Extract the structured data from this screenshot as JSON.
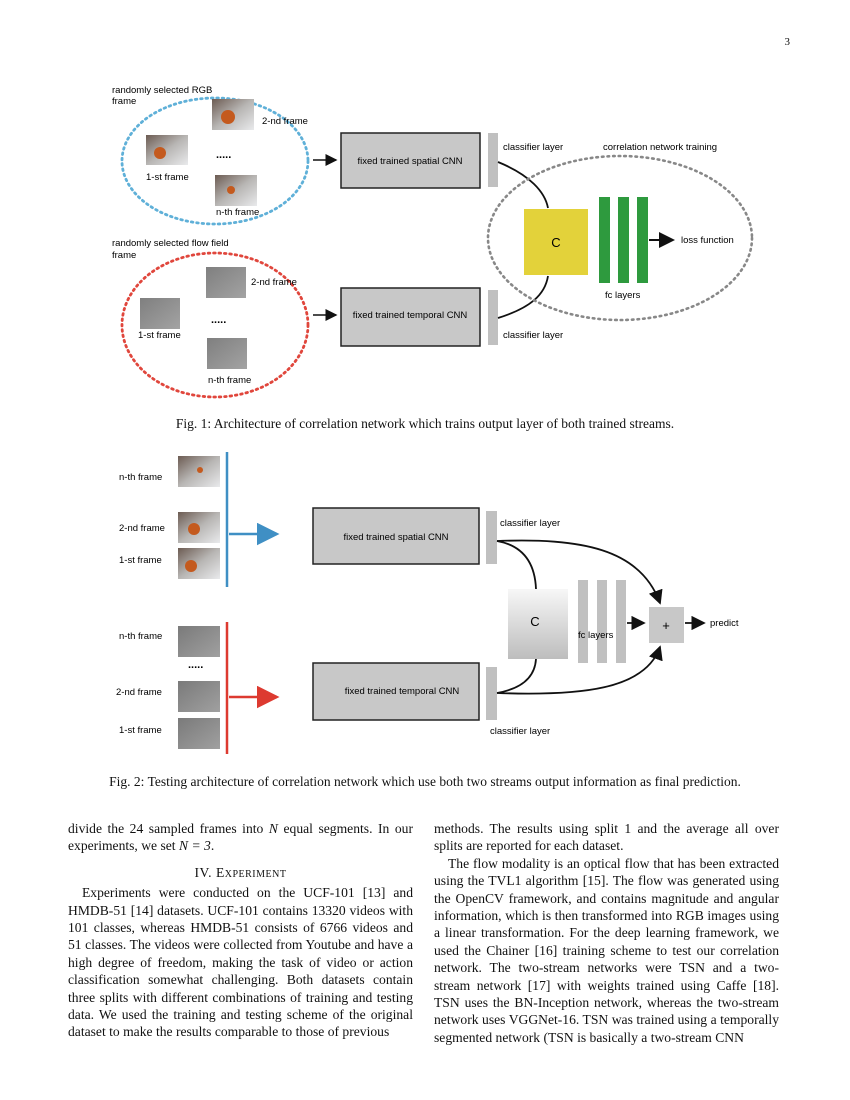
{
  "page": {
    "number": "3"
  },
  "figure1": {
    "rgb_group_label_l1": "randomly selected RGB",
    "rgb_group_label_l2": "frame",
    "flow_group_label_l1": "randomly selected flow field",
    "flow_group_label_l2": "frame",
    "frame_first": "1-st frame",
    "frame_second": "2-nd frame",
    "frame_nth": "n-th frame",
    "ellipsis": ".....",
    "spatial_cnn": "fixed trained spatial CNN",
    "temporal_cnn": "fixed trained temporal CNN",
    "classifier_layer": "classifier layer",
    "correlation_training": "correlation network training",
    "c_label": "C",
    "fc_layers": "fc layers",
    "loss_function": "loss function",
    "caption": "Fig. 1: Architecture of correlation network which trains output layer of both trained streams."
  },
  "figure2": {
    "frame_first": "1-st frame",
    "frame_second": "2-nd frame",
    "frame_nth": "n-th frame",
    "ellipsis": ".....",
    "spatial_cnn": "fixed trained spatial CNN",
    "temporal_cnn": "fixed trained temporal CNN",
    "classifier_layer": "classifier layer",
    "c_label": "C",
    "fc_layers": "fc layers",
    "plus": "+",
    "predict": "predict",
    "caption": "Fig. 2: Testing architecture of correlation network which use both two streams output information as final prediction."
  },
  "body": {
    "left": {
      "p1_a": "divide the 24 sampled frames into ",
      "p1_var": "N",
      "p1_b": " equal segments. In our experiments, we set ",
      "p1_eq": "N = 3",
      "p1_c": ".",
      "section_number": "IV.",
      "section_title": "Experiment",
      "p2": "Experiments were conducted on the UCF-101 [13] and HMDB-51 [14] datasets. UCF-101 contains 13320 videos with 101 classes, whereas HMDB-51 consists of 6766 videos and 51 classes. The videos were collected from Youtube and have a high degree of freedom, making the task of video or action classification somewhat challenging. Both datasets contain three splits with different combinations of training and testing data. We used the training and testing scheme of the original dataset to make the results comparable to those of previous"
    },
    "right": {
      "p1": "methods. The results using split 1 and the average all over splits are reported for each dataset.",
      "p2": "The flow modality is an optical flow that has been extracted using the TVL1 algorithm [15]. The flow was generated using the OpenCV framework, and contains magnitude and angular information, which is then transformed into RGB images using a linear transformation. For the deep learning framework, we used the Chainer [16] training scheme to test our correlation network. The two-stream networks were TSN and a two-stream network [17] with weights trained using Caffe [18]. TSN uses the BN-Inception network, whereas the two-stream network uses VGGNet-16. TSN was trained using a temporally segmented network (TSN is basically a two-stream CNN"
    }
  },
  "colors": {
    "rgb_stream": "#5fb0d8",
    "flow_stream": "#e0463c",
    "correlation_c": "#e3d23a",
    "fc_layers_fig1": "#2e9a3e",
    "fig2_blue_arrow": "#3f8fc4",
    "fig2_red_arrow": "#dd3a30",
    "cnn_box": "#c8c8c8"
  }
}
